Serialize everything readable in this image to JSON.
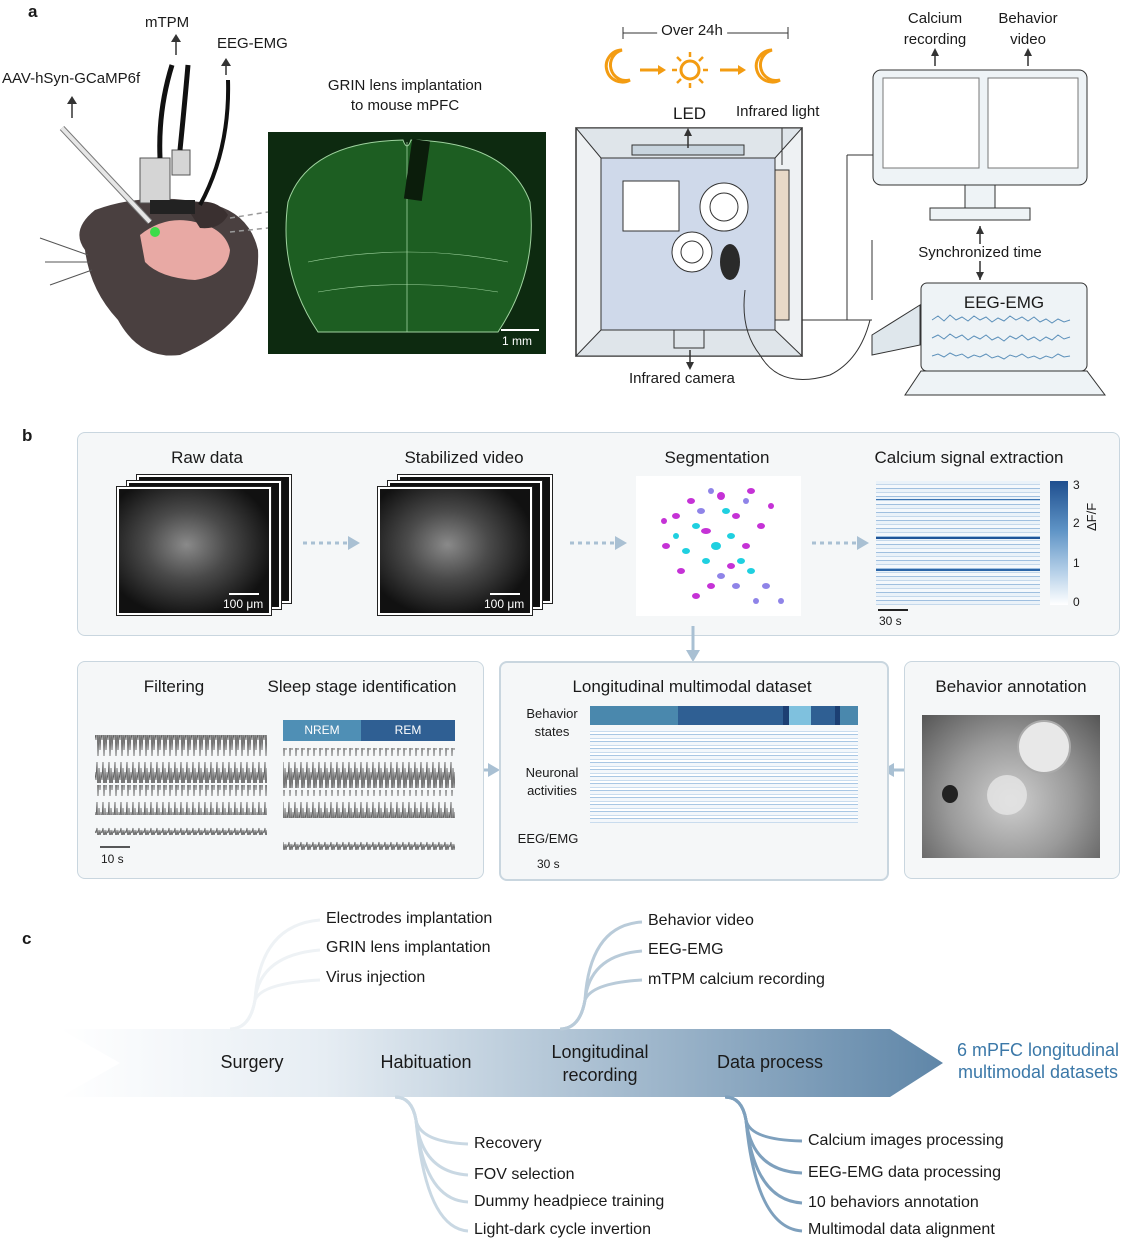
{
  "panel_a": {
    "letter": "a",
    "labels": {
      "mtpm": "mTPM",
      "eeg_emg": "EEG-EMG",
      "aav": "AAV-hSyn-GCaMP6f",
      "grin_line1": "GRIN lens implantation",
      "grin_line2": "to mouse mPFC",
      "scale": "1 mm",
      "over24h": "Over 24h",
      "led": "LED",
      "infrared_light": "Infrared light",
      "infrared_camera": "Infrared camera",
      "calcium_line1": "Calcium",
      "calcium_line2": "recording",
      "behavior_line1": "Behavior",
      "behavior_line2": "video",
      "sync_time": "Synchronized time",
      "eeg_emg_screen": "EEG-EMG"
    },
    "colors": {
      "moon_sun": "#f39c12",
      "slice_green": "#1d5e22",
      "brain_dark": "#4a4040"
    }
  },
  "panel_b": {
    "letter": "b",
    "steps": {
      "raw": "Raw data",
      "stabilized": "Stabilized video",
      "segmentation": "Segmentation",
      "extraction": "Calcium signal extraction"
    },
    "scale_um_1": "100 μm",
    "scale_um_2": "100 μm",
    "scale_30s": "30 s",
    "colorbar": {
      "label": "ΔF/F",
      "ticks": [
        "3",
        "2",
        "1",
        "0"
      ]
    },
    "filtering": "Filtering",
    "sleep_stage": "Sleep stage identification",
    "nrem": "NREM",
    "rem": "REM",
    "scale_10s": "10 s",
    "dataset_title": "Longitudinal multimodal dataset",
    "behavior_states_1": "Behavior",
    "behavior_states_2": "states",
    "neuronal_1": "Neuronal",
    "neuronal_2": "activities",
    "eeg_emg_row": "EEG/EMG",
    "scale_30s_b": "30 s",
    "behavior_annotation": "Behavior annotation",
    "colors": {
      "nrem": "#4f8fb5",
      "rem": "#2f5f93",
      "heatmap_dark": "#1f5599"
    }
  },
  "panel_c": {
    "letter": "c",
    "stages": [
      "Surgery",
      "Habituation",
      "Longitudinal",
      "recording",
      "Data process"
    ],
    "result_1": "6 mPFC longitudinal",
    "result_2": "multimodal datasets",
    "surgery_items": [
      "Electrodes implantation",
      "GRIN lens implantation",
      "Virus injection"
    ],
    "recording_items": [
      "Behavior video",
      "EEG-EMG",
      "mTPM calcium recording"
    ],
    "habituation_items": [
      "Recovery",
      "FOV selection",
      "Dummy headpiece training",
      "Light-dark cycle invertion"
    ],
    "process_items": [
      "Calcium images processing",
      "EEG-EMG data processing",
      "10 behaviors annotation",
      "Multimodal data alignment"
    ],
    "colors": {
      "arrow_end": "#5f86a8",
      "result_text": "#3b78a8"
    }
  }
}
